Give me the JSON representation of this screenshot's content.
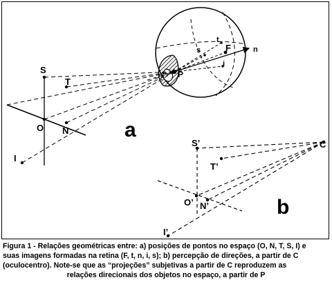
{
  "panel_a": {
    "panel_label": "a",
    "points": {
      "S": "S",
      "T": "T",
      "O": "O",
      "N": "N",
      "I": "I"
    },
    "retina": {
      "s": "s",
      "t": "t",
      "F": "F",
      "n": "n",
      "i": "i",
      "P": "P"
    }
  },
  "panel_b": {
    "panel_label": "b",
    "points": {
      "S": "S’",
      "T": "T’",
      "O": "O’",
      "N": "N’",
      "I": "I’",
      "C": "C"
    }
  },
  "caption": {
    "line1": "Figura 1 - Relações geométricas entre: a) posições de pontos no espaço (O, N, T, S, I) e",
    "line2": "suas imagens formadas na retina (F, t, n, i, s); b) percepção  de direções, a partir de C",
    "line3": "(oculocentro). Note-se que as “projeções” subjetivas a partir de C reproduzem as",
    "line4": "relações direcionais dos objetos no espaço, a partir de P"
  }
}
